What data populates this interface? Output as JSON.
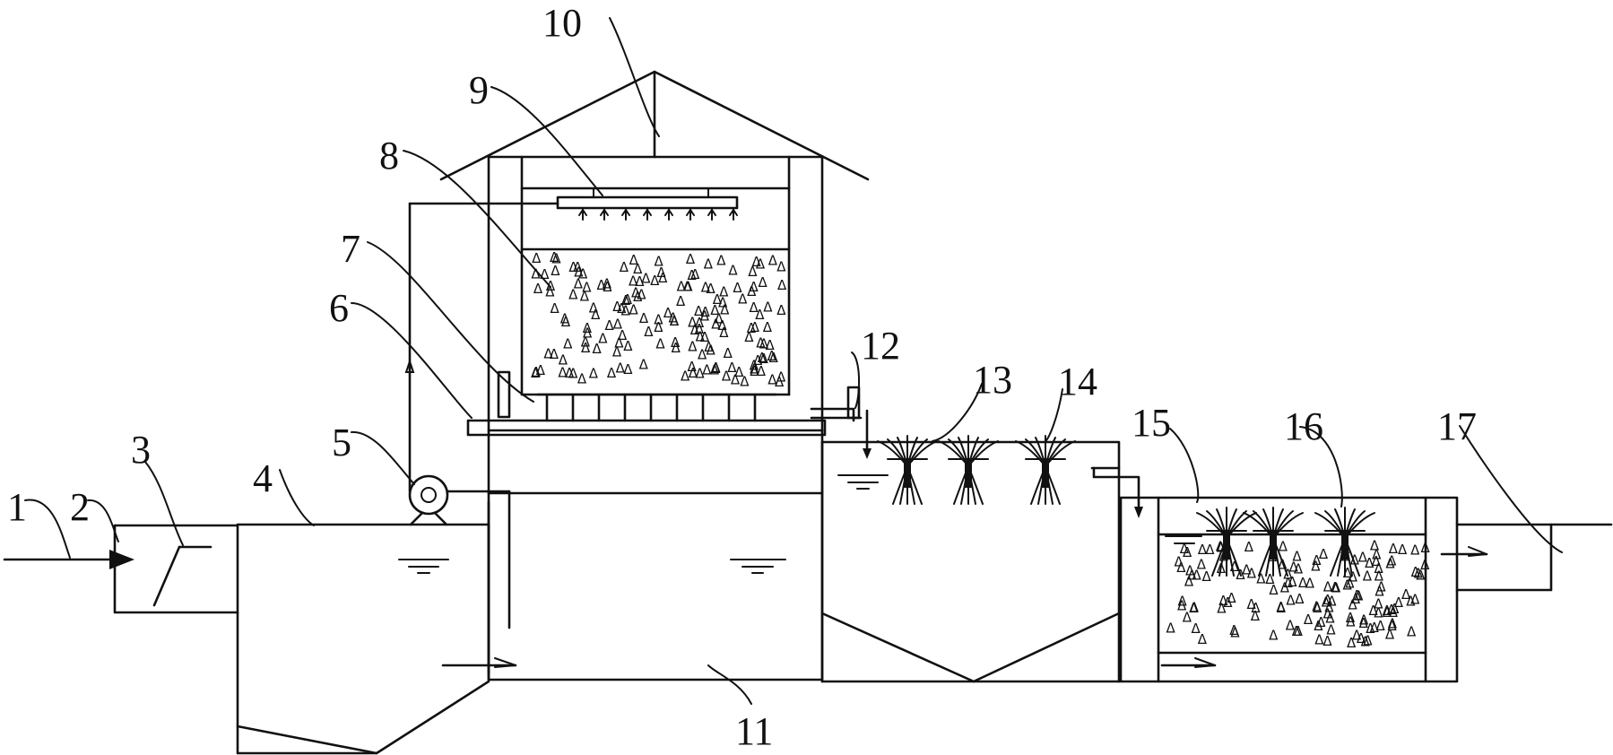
{
  "figure": {
    "background": "#ffffff",
    "line_color": "#111111",
    "labels": [
      "1",
      "2",
      "3",
      "4",
      "5",
      "6",
      "7",
      "8",
      "9",
      "10",
      "11",
      "12",
      "13",
      "14",
      "15",
      "16",
      "17"
    ],
    "media_glyph": "Δ"
  }
}
